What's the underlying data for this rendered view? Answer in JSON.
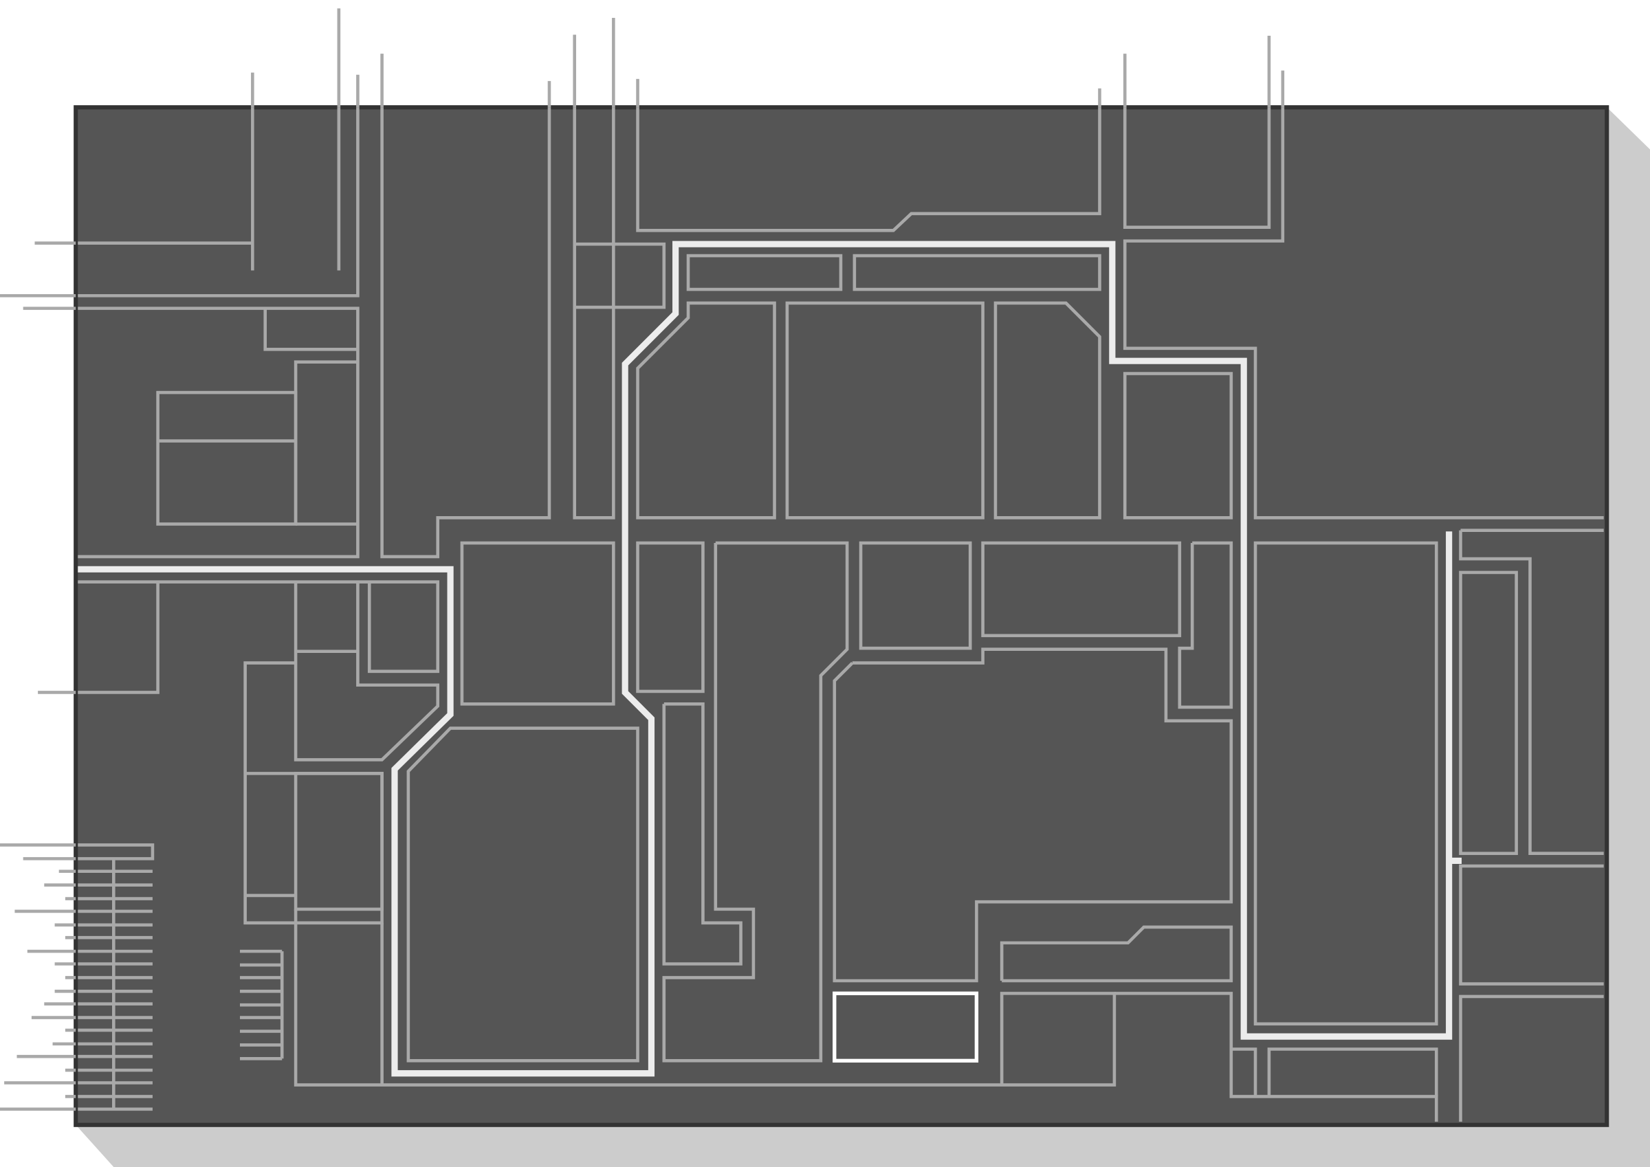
{
  "map": {
    "view": "floor-plan-schematic",
    "colors": {
      "background": "#ffffff",
      "shadow": "#cccccc",
      "board_fill": "#555555",
      "board_border": "#333333",
      "outline": "#a9a9a9",
      "highlight_path": "#ececec",
      "selected_room": "#ffffff"
    },
    "layers": [
      "blocks",
      "highlighted-route",
      "selected-room",
      "external-leaders"
    ]
  }
}
